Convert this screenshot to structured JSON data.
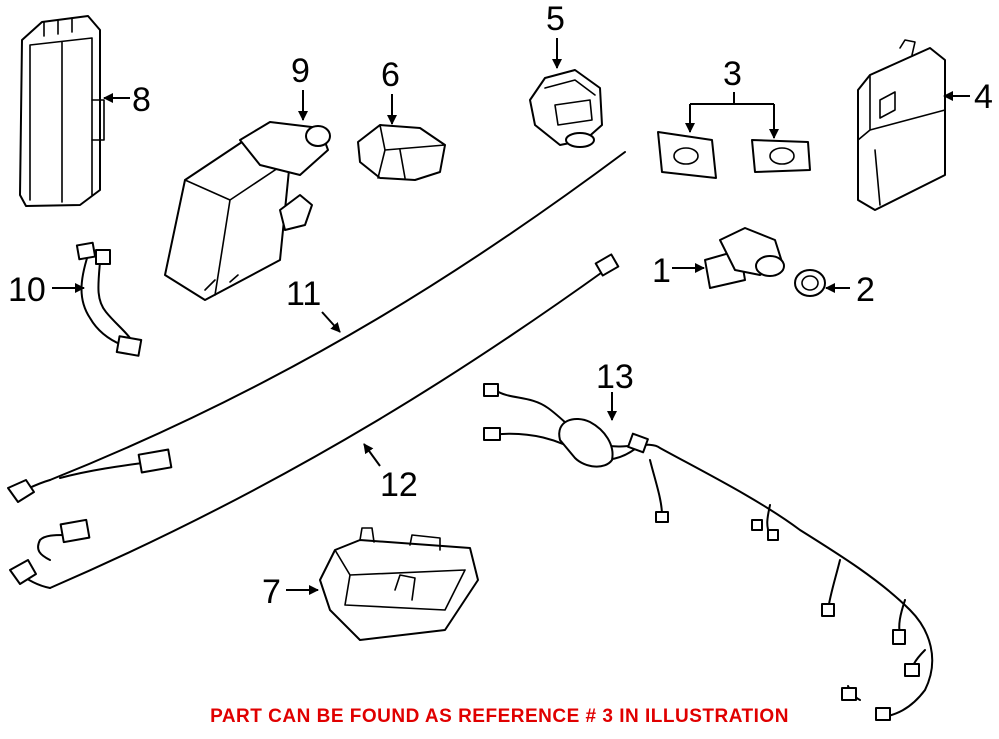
{
  "callouts": {
    "c1": "1",
    "c2": "2",
    "c3": "3",
    "c4": "4",
    "c5": "5",
    "c6": "6",
    "c7": "7",
    "c8": "8",
    "c9": "9",
    "c10": "10",
    "c11": "11",
    "c12": "12",
    "c13": "13"
  },
  "footer_note": "PART CAN BE FOUND AS REFERENCE # 3 IN ILLUSTRATION",
  "colors": {
    "note": "#e00000",
    "line": "#000000",
    "background": "#ffffff"
  }
}
